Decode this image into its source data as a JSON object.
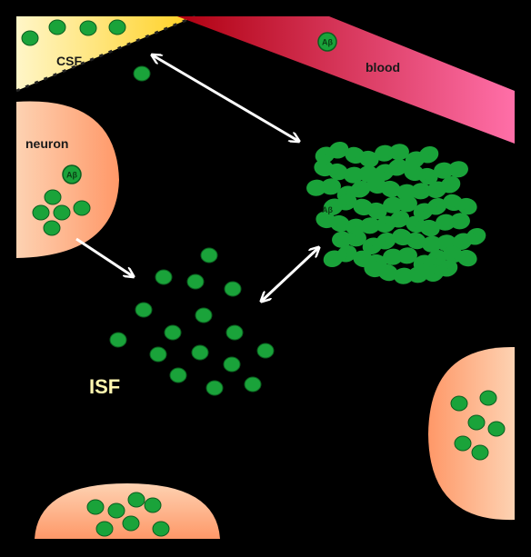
{
  "labels": {
    "csf": "CSF",
    "blood": "blood",
    "neuron": "neuron",
    "isf": "ISF",
    "abeta": "Aβ"
  },
  "colors": {
    "background": "#000000",
    "monomer": "#1aa33a",
    "monomer_outline": "#0b5e1f",
    "csf_gradient": [
      "#fff6c8",
      "#ffd020"
    ],
    "blood_gradient": [
      "#b00010",
      "#ff6fa8"
    ],
    "cell_gradient": [
      "#fdd2b2",
      "#ff9868"
    ],
    "isf_text": "#fff7b0",
    "arrow": "#ffffff"
  },
  "icons": [
    "double-arrow-icon",
    "arrow-icon"
  ]
}
